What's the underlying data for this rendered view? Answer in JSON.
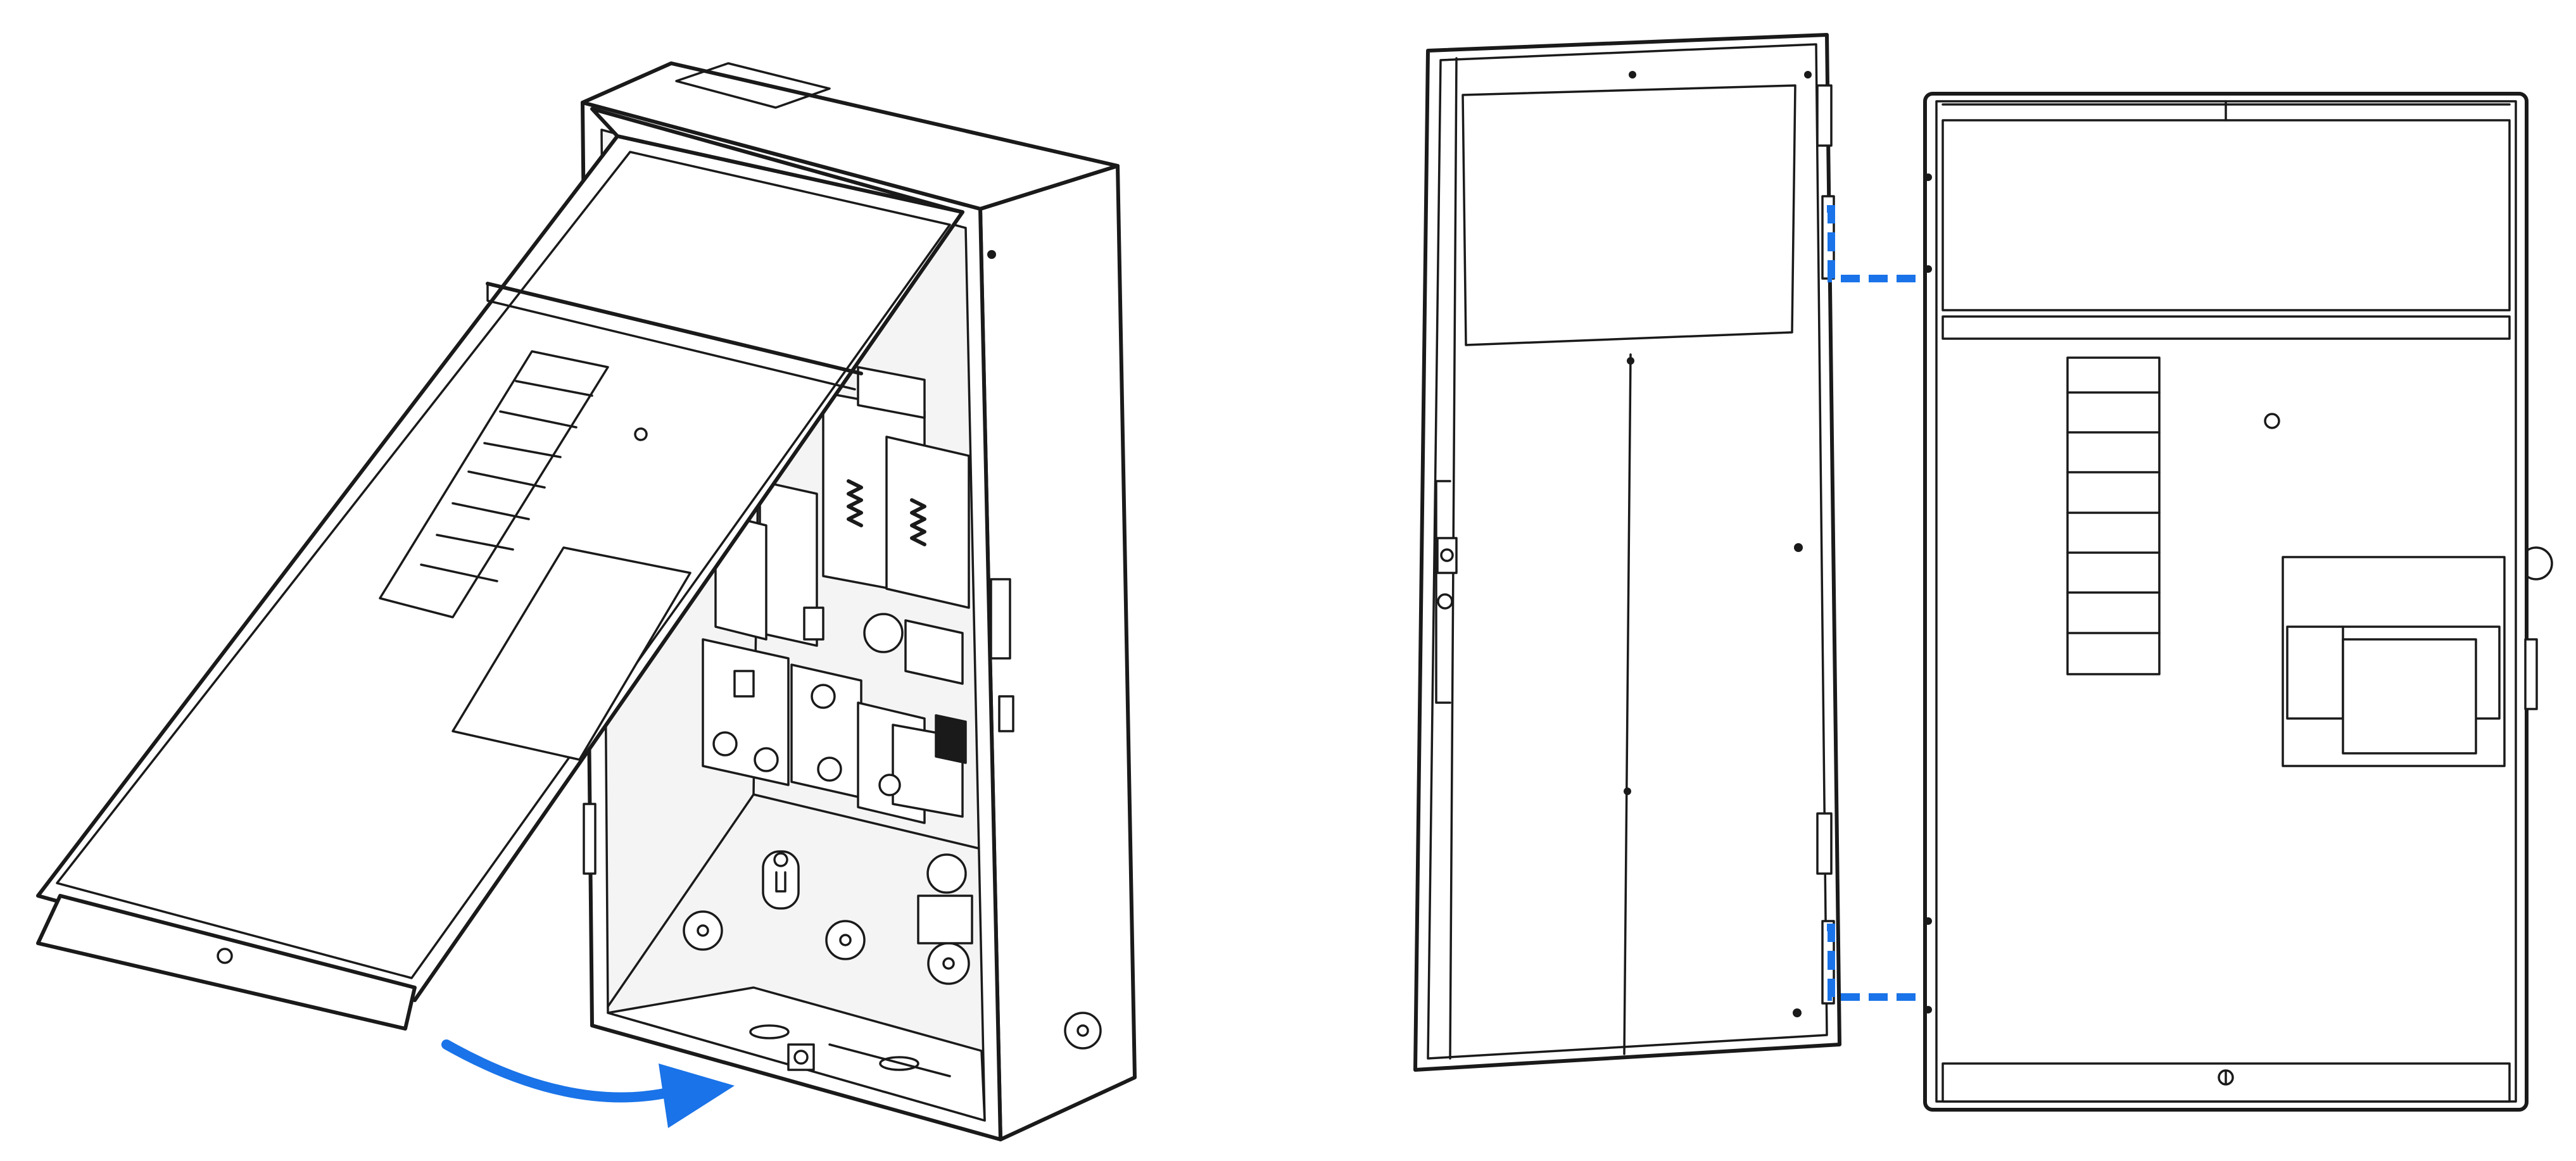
{
  "figure": {
    "left_view": "open-cover-perspective",
    "right_view": "cover-removed-front",
    "colors": {
      "line": "#1a1a1a",
      "accent": "#1a73e8",
      "background": "#ffffff"
    },
    "icons": [
      "curved-arrow-icon",
      "dashed-hinge-guide"
    ]
  }
}
